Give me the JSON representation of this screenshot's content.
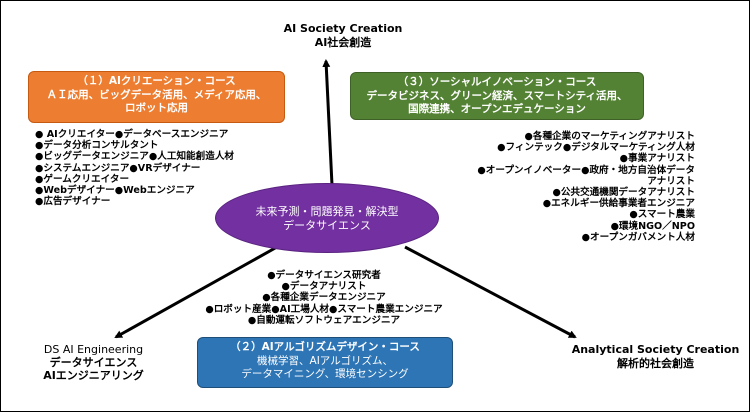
{
  "axes": {
    "top": {
      "line1": "AI Society Creation",
      "line2": "AI社会創造"
    },
    "left": {
      "line1": "DS AI Engineering",
      "line2": "データサイエンス",
      "line3": "AIエンジニアリング"
    },
    "right": {
      "line1": "Analytical Society Creation",
      "line2": "解析的社会創造"
    }
  },
  "center": {
    "line1": "未来予測・問題発見・解決型",
    "line2": "データサイエンス"
  },
  "courses": [
    {
      "title": "（１）AIクリエーション・コース",
      "line1": "ＡＩ応用、ビッグデータ活用、メディア応用、",
      "line2": "ロボット応用",
      "color": "#ec7d31"
    },
    {
      "title": "（２）AIアルゴリズムデザイン・コース",
      "line1": "機械学習、AIアルゴリズム、",
      "line2": "データマイニング、環境センシング",
      "color": "#2e75b6"
    },
    {
      "title": "（３）ソーシャルイノベーション・コース",
      "line1": "データビジネス、グリーン経済、スマートシティ活用、",
      "line2": "国際連携、オープンエデュケーション",
      "color": "#548235"
    }
  ],
  "careers_left": [
    "● AIクリエイター●データベースエンジニア",
    "●データ分析コンサルタント",
    "●ビッグデータエンジニア●人工知能創造人材",
    "●システムエンジニア●VRデザイナー",
    "●ゲームクリエイター",
    "●Webデザイナー●Webエンジニア",
    "●広告デザイナー"
  ],
  "careers_right": [
    "●各種企業のマーケティングアナリスト",
    "●フィンテック●デジタルマーケティング人材",
    "●事業アナリスト",
    "●オープンイノベーター●政府・地方自治体データ",
    "アナリスト",
    "●公共交通機関データアナリスト",
    "●エネルギー供給事業者エンジニア",
    "●スマート農業",
    "●環境NGO／NPO",
    "●オープンガバメント人材"
  ],
  "careers_bottom": [
    "●データサイエンス研究者",
    "●データアナリスト",
    "●各種企業データエンジニア",
    "●ロボット産業●AI工場人材●スマート農業エンジニア",
    "●自動運転ソフトウェアエンジニア"
  ]
}
